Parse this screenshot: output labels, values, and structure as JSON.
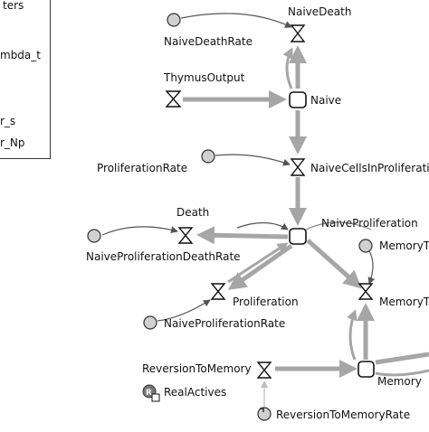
{
  "parameters_panel": {
    "title": "ters",
    "items": [
      "mbda_t",
      "r_s",
      "r_Np"
    ]
  },
  "nodes": {
    "naive_death_rate": "NaiveDeathRate",
    "naive_death": "NaiveDeath",
    "thymus_output": "ThymusOutput",
    "naive": "Naive",
    "proliferation_rate": "ProliferationRate",
    "naive_cells_in_proliferation": "NaiveCellsInProliferatio",
    "death": "Death",
    "naive_proliferation": "NaiveProliferation",
    "naive_proliferation_death_rate": "NaiveProliferationDeathRate",
    "memory_t_top": "MemoryT",
    "memory_t_mid": "MemoryT",
    "proliferation": "Proliferation",
    "naive_proliferation_rate": "NaiveProliferationRate",
    "reversion_to_memory": "ReversionToMemory",
    "memory": "Memory",
    "real_actives": "RealActives",
    "reversion_to_memory_rate": "ReversionToMemoryRate"
  },
  "colors": {
    "flow": "#a6a6a6",
    "link": "#555555",
    "auxiliary_fill": "#d0d0d0",
    "stroke": "#111111"
  }
}
